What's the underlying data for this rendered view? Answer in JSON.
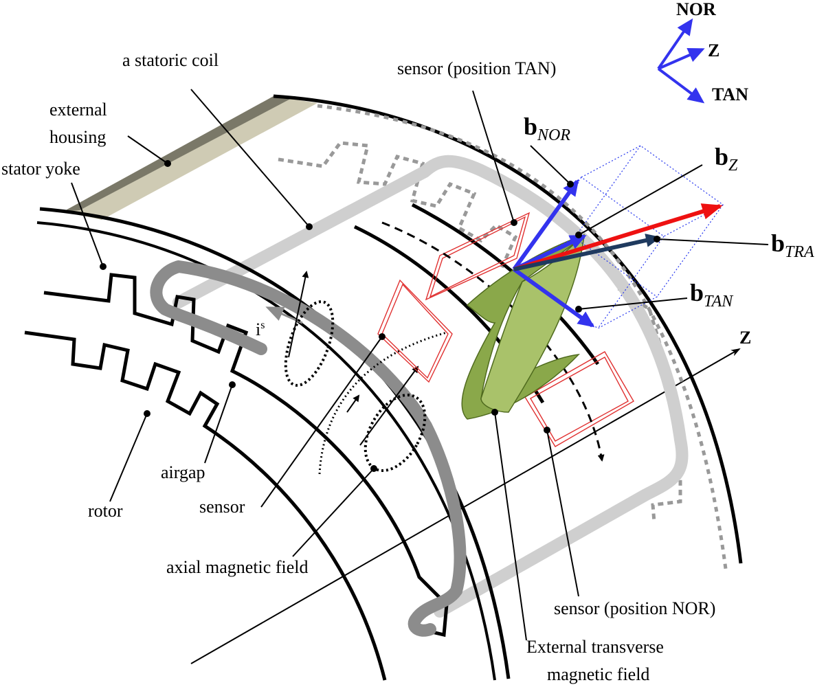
{
  "labels": {
    "statoric_coil": "a statoric coil",
    "sensor_tan": "sensor (position TAN)",
    "external_housing_1": "external",
    "external_housing_2": "housing",
    "stator_yoke": "stator yoke",
    "current": "i",
    "current_sup": "s",
    "rotor": "rotor",
    "airgap": "airgap",
    "sensor": "sensor",
    "axial_field": "axial magnetic field",
    "sensor_nor": "sensor (position NOR)",
    "ext_transverse_1": "External transverse",
    "ext_transverse_2": "magnetic field"
  },
  "vectors": {
    "b_symbol": "b",
    "nor": "NOR",
    "z": "Z",
    "tra": "TRA",
    "tan": "TAN"
  },
  "axes": {
    "nor": "NOR",
    "z": "Z",
    "tan": "TAN",
    "z_axis": "Z"
  },
  "colors": {
    "blue_vectors": "#3333ee",
    "resultant_vector": "#ee1111",
    "transverse_vector": "#1f3a5f",
    "sensor_outline": "#e03030",
    "transverse_field": "#8aa84a",
    "coil_front": "#8c8c8c",
    "coil_back": "#cfcfcf",
    "housing_dark": "#7a7868",
    "housing_light": "#cfcbb4"
  }
}
